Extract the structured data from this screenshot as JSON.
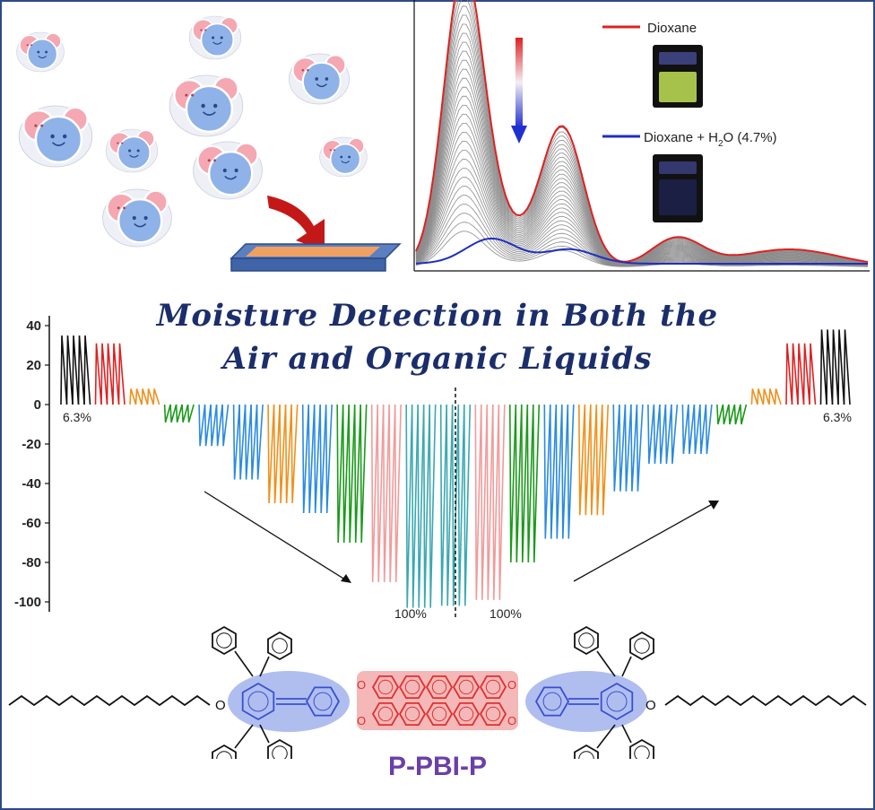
{
  "title": {
    "line1": "Moisture Detection in Both the",
    "line2": "Air and Organic Liquids"
  },
  "spectrum": {
    "legend": [
      {
        "label": "Dioxane",
        "color": "#e02020"
      },
      {
        "label": "Dioxane + H",
        "subscript": "2",
        "suffix": "O (4.7%)",
        "color": "#1f2fc0"
      }
    ],
    "vial_colors": {
      "dioxane": "#a7c24a",
      "dioxane_water": "#1b1f44"
    },
    "curve_color_intermediate": "#8c8c8c",
    "arrow_icon": "down-arrow-icon"
  },
  "compound_label": "P-PBI-P",
  "compound_color": "#6a3fa8",
  "colors": {
    "core": "#e03030",
    "core_highlight": "#f0a0a0",
    "arm": "#3a4fd0",
    "arm_highlight": "#8fa2e8"
  },
  "chart_data": {
    "type": "line",
    "title": "",
    "ylabel": "",
    "xlabel": "",
    "ylim": [
      -105,
      45
    ],
    "yticks": [
      40,
      20,
      0,
      -20,
      -40,
      -60,
      -80,
      -100
    ],
    "grid": false,
    "annotations": [
      "6.3%",
      "100%",
      "100%",
      "6.3%"
    ],
    "series": [
      {
        "group": 1,
        "peak": 35,
        "color": "#111111"
      },
      {
        "group": 2,
        "peak": 31,
        "color": "#e02020"
      },
      {
        "group": 3,
        "peak": 8,
        "color": "#f0901a"
      },
      {
        "group": 4,
        "peak": -9,
        "color": "#1a9a1a"
      },
      {
        "group": 5,
        "peak": -21,
        "color": "#2a8ae0"
      },
      {
        "group": 6,
        "peak": -38,
        "color": "#2a8ae0"
      },
      {
        "group": 7,
        "peak": -50,
        "color": "#f0901a"
      },
      {
        "group": 8,
        "peak": -55,
        "color": "#2a8ae0"
      },
      {
        "group": 9,
        "peak": -70,
        "color": "#1a9a1a"
      },
      {
        "group": 10,
        "peak": -90,
        "color": "#f29a9a"
      },
      {
        "group": 11,
        "peak": -103,
        "color": "#3aa8b0"
      },
      {
        "group": 12,
        "peak": -102,
        "color": "#3aa8b0"
      },
      {
        "group": 13,
        "peak": -99,
        "color": "#f29a9a"
      },
      {
        "group": 14,
        "peak": -80,
        "color": "#1a9a1a"
      },
      {
        "group": 15,
        "peak": -68,
        "color": "#2a8ae0"
      },
      {
        "group": 16,
        "peak": -56,
        "color": "#f0901a"
      },
      {
        "group": 17,
        "peak": -44,
        "color": "#2a8ae0"
      },
      {
        "group": 18,
        "peak": -30,
        "color": "#2a8ae0"
      },
      {
        "group": 19,
        "peak": -25,
        "color": "#2a8ae0"
      },
      {
        "group": 20,
        "peak": -10,
        "color": "#1a9a1a"
      },
      {
        "group": 21,
        "peak": 8,
        "color": "#f0901a"
      },
      {
        "group": 22,
        "peak": 31,
        "color": "#e02020"
      },
      {
        "group": 23,
        "peak": 38,
        "color": "#111111"
      }
    ]
  }
}
